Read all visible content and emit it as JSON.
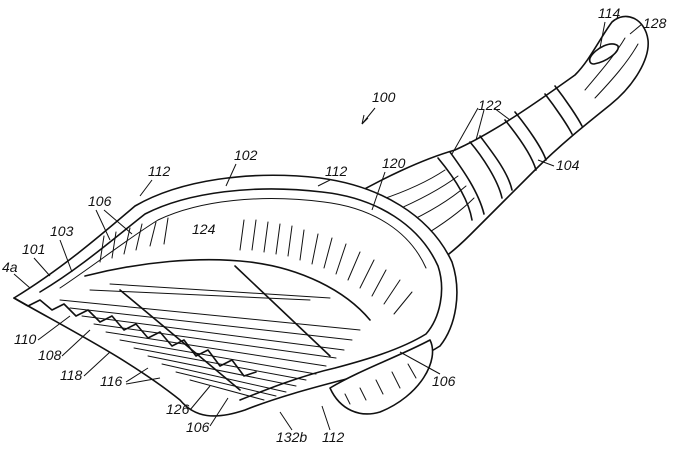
{
  "figure": {
    "reference_labels": [
      {
        "id": "114",
        "text": "114"
      },
      {
        "id": "128",
        "text": "128"
      },
      {
        "id": "100",
        "text": "100"
      },
      {
        "id": "122",
        "text": "122"
      },
      {
        "id": "104",
        "text": "104"
      },
      {
        "id": "112a",
        "text": "112"
      },
      {
        "id": "102",
        "text": "102"
      },
      {
        "id": "112b",
        "text": "112"
      },
      {
        "id": "120",
        "text": "120"
      },
      {
        "id": "106a",
        "text": "106"
      },
      {
        "id": "124",
        "text": "124"
      },
      {
        "id": "103",
        "text": "103"
      },
      {
        "id": "101",
        "text": "101"
      },
      {
        "id": "4a",
        "text": "4a"
      },
      {
        "id": "110",
        "text": "110"
      },
      {
        "id": "108",
        "text": "108"
      },
      {
        "id": "118",
        "text": "118"
      },
      {
        "id": "116",
        "text": "116"
      },
      {
        "id": "126",
        "text": "126"
      },
      {
        "id": "106b",
        "text": "106"
      },
      {
        "id": "132b",
        "text": "132b"
      },
      {
        "id": "112c",
        "text": "112"
      },
      {
        "id": "106c",
        "text": "106"
      }
    ]
  }
}
